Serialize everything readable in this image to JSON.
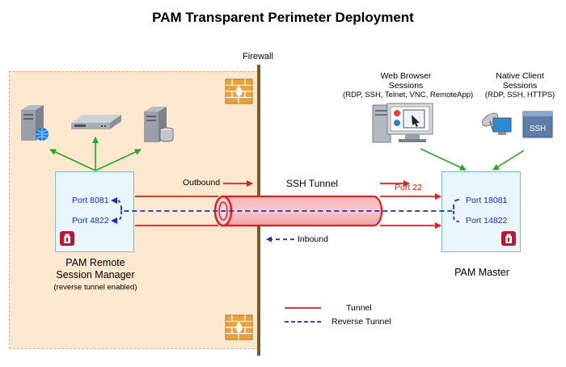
{
  "title": "PAM Transparent Perimeter Deployment",
  "firewall_label": "Firewall",
  "tunnel": {
    "label": "SSH Tunnel",
    "outbound": "Outbound",
    "inbound": "Inbound",
    "port_label": "Port 22"
  },
  "rsm": {
    "name_line1": "PAM Remote",
    "name_line2": "Session Manager",
    "note": "(reverse tunnel enabled)",
    "ports": [
      "Port 8081",
      "Port 4822"
    ]
  },
  "master": {
    "name": "PAM Master",
    "ports": [
      "Port 18081",
      "Port 14822"
    ]
  },
  "web_browser": {
    "line1": "Web Browser",
    "line2": "Sessions",
    "protocols": "(RDP, SSH, Telnet, VNC, RemoteApp)"
  },
  "native_client": {
    "line1": "Native Client",
    "line2": "Sessions",
    "protocols": "(RDP, SSH, HTTPS)",
    "terminal_text": "SSH"
  },
  "legend": {
    "tunnel": "Tunnel",
    "reverse_tunnel": "Reverse Tunnel"
  },
  "colors": {
    "tunnel_red": "#e02020",
    "reverse_blue": "#1a2bd0",
    "arrow_green": "#22aa22",
    "firewall": "#7a5a2a",
    "perimeter_fill": "#fce7cf",
    "box_fill": "#eaf6fd",
    "logo_red": "#c8102e"
  },
  "icons": [
    "server-globe-icon",
    "network-appliance-icon",
    "server-database-icon",
    "firewall-brick-icon",
    "desktop-browser-icon",
    "satellite-dish-icon",
    "ssh-terminal-icon",
    "pam-logo-icon"
  ]
}
